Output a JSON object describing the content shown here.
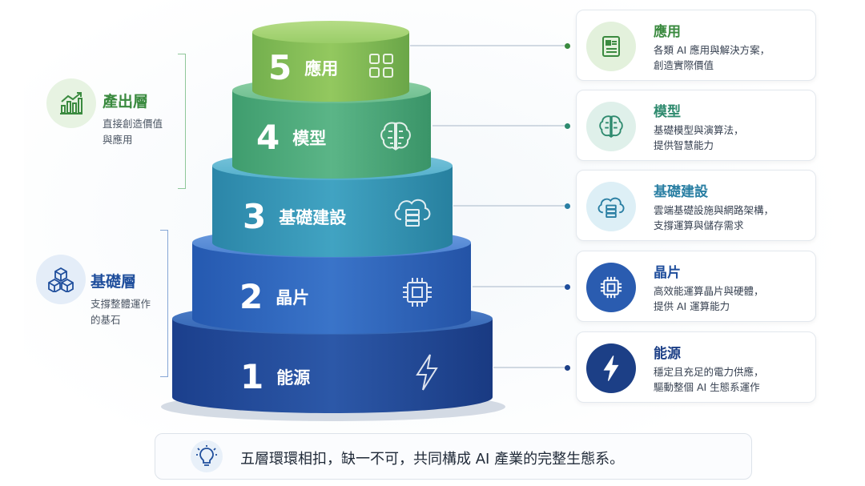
{
  "groups": {
    "output": {
      "title": "產出層",
      "desc": [
        "直接創造價值",
        "與應用"
      ],
      "color": "#3a8a3f",
      "icon": "bar-chart-growth-icon"
    },
    "foundation": {
      "title": "基礎層",
      "desc": [
        "支撐整體運作",
        "的基石"
      ],
      "color": "#1f4e9c",
      "icon": "cubes-icon"
    }
  },
  "tiers": [
    {
      "num": "5",
      "name": "應用",
      "icon": "grid-icon"
    },
    {
      "num": "4",
      "name": "模型",
      "icon": "brain-icon"
    },
    {
      "num": "3",
      "name": "基礎建設",
      "icon": "cloud-server-icon"
    },
    {
      "num": "2",
      "name": "晶片",
      "icon": "chip-icon"
    },
    {
      "num": "1",
      "name": "能源",
      "icon": "lightning-icon"
    }
  ],
  "cards": [
    {
      "title": "應用",
      "desc": [
        "各類 AI 應用與解決方案，",
        "創造實際價值"
      ],
      "color": "#3a8a3f",
      "icon": "app-window-icon"
    },
    {
      "title": "模型",
      "desc": [
        "基礎模型與演算法，",
        "提供智慧能力"
      ],
      "color": "#2e8a6e",
      "icon": "brain-icon"
    },
    {
      "title": "基礎建設",
      "desc": [
        "雲端基礎設施與網路架構，",
        "支撐運算與儲存需求"
      ],
      "color": "#2a7fa3",
      "icon": "cloud-server-icon"
    },
    {
      "title": "晶片",
      "desc": [
        "高效能運算晶片與硬體，",
        "提供 AI 運算能力"
      ],
      "color": "#1f4e9c",
      "icon": "chip-icon"
    },
    {
      "title": "能源",
      "desc": [
        "穩定且充足的電力供應，",
        "驅動整個 AI 生態系運作"
      ],
      "color": "#1c3f86",
      "icon": "lightning-icon"
    }
  ],
  "banner": {
    "text": "五層環環相扣，缺一不可，共同構成 AI 產業的完整生態系。",
    "icon": "lightbulb-icon"
  }
}
